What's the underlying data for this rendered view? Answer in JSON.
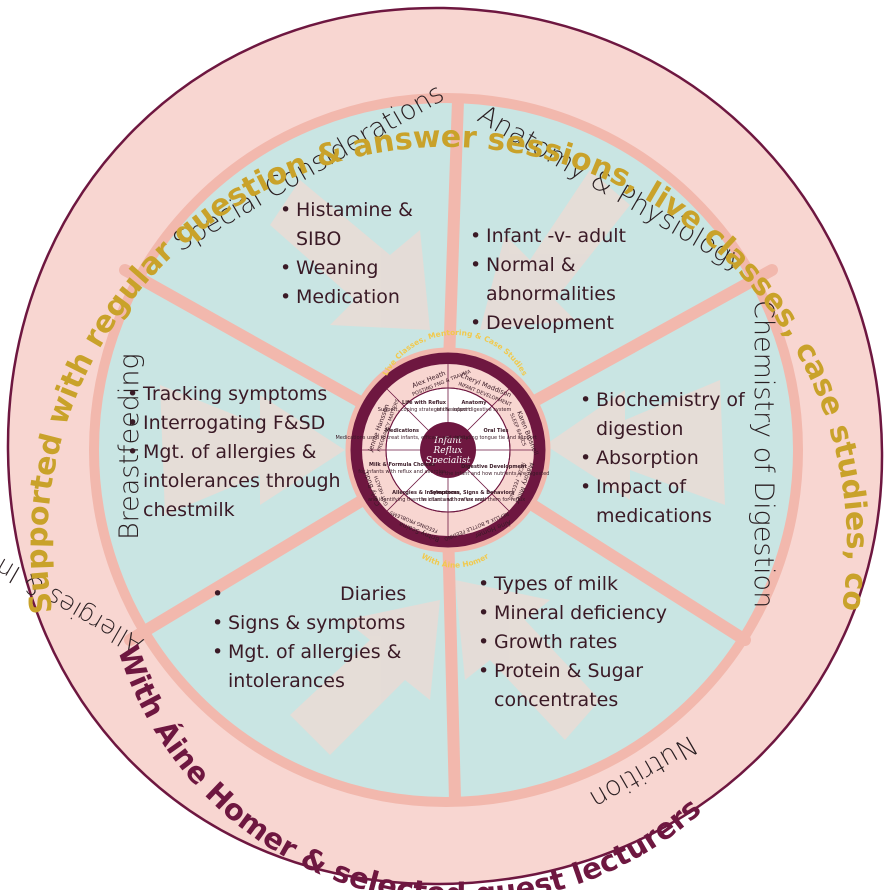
{
  "outer_ring": {
    "top_text": "Supported with regular question & answer sessions, live classes, case studies, coursework",
    "bottom_text": "With Áine Homer & selected guest lecturers"
  },
  "segments": [
    {
      "title": "Special Considerations",
      "bullets": [
        "Histamine & SIBO",
        "Weaning",
        "Medication"
      ]
    },
    {
      "title": "Anatomy & Physiology",
      "bullets": [
        "Infant -v- adult",
        "Normal & abnormalities",
        "Development"
      ]
    },
    {
      "title": "Chemistry of Digestion",
      "bullets": [
        "Biochemistry of digestion",
        "Absorption",
        "Impact of medications"
      ]
    },
    {
      "title": "Nutrition",
      "bullets": [
        "Types of milk",
        "Mineral deficiency",
        "Growth rates",
        "Protein & Sugar concentrates"
      ]
    },
    {
      "title": "Allergies & Intolerances",
      "bullets": [
        "Diaries",
        "Signs & symptoms",
        "Mgt. of allergies & intolerances"
      ]
    },
    {
      "title": "Breastfeeding",
      "bullets": [
        "Tracking symptoms",
        "Interrogating F&SD",
        "Mgt. of allergies & intolerances through chestmilk"
      ]
    }
  ],
  "hub": {
    "ring_top": "Live Classes, Mentoring & Case Studies",
    "ring_bottom": "With Áine Homer",
    "center_line1": "Infant",
    "center_line2": "Reflux",
    "center_line3": "Specialist",
    "lecturers": [
      "Alex Heath",
      "Cheryl Maddison",
      "Karen Brosnell",
      "Mallory Miller",
      "Áine Homer",
      "Britny Scaina",
      "Carly Budd",
      "Jennie Hansson"
    ],
    "lecturer_roles": [
      "POSTING FNG & TRAUMA",
      "INFANT DEVELOPMENT",
      "SLEEP BASICS",
      "IBCLC, FEEDING",
      "REFLUX & BOTTLE FEEDING",
      "FEEDING PROBLEMS",
      "GUT HEALTH",
      "PREGNANCY MATTERS"
    ],
    "topics": [
      {
        "title": "Anatomy",
        "desc": "of the infant digestive system"
      },
      {
        "title": "Oral Ties",
        "desc": "including tongue tie and support"
      },
      {
        "title": "Digestive Development",
        "desc": "of the infant and how nutrients are digested"
      },
      {
        "title": "Symptoms, Signs & Behaviors",
        "desc": "the clues and how we read them for reflux"
      },
      {
        "title": "Allergies & Intolerances",
        "desc": "and identifying them in infants with reflux and"
      },
      {
        "title": "Milk & Formula Choices",
        "desc": "for infants with reflux and allergies"
      },
      {
        "title": "Medications",
        "desc": "Medications used to treat infants, efficacy and safety"
      },
      {
        "title": "Life with Reflux",
        "desc": "Support, coping strategies & support"
      }
    ]
  },
  "colors": {
    "outer_ring": "#f8d6d1",
    "wedge": "#c9e5e3",
    "divider": "#f2b8ad",
    "maroon": "#6e1740",
    "gold": "#c9a22a",
    "hub_inner": "#f8d6d1"
  }
}
